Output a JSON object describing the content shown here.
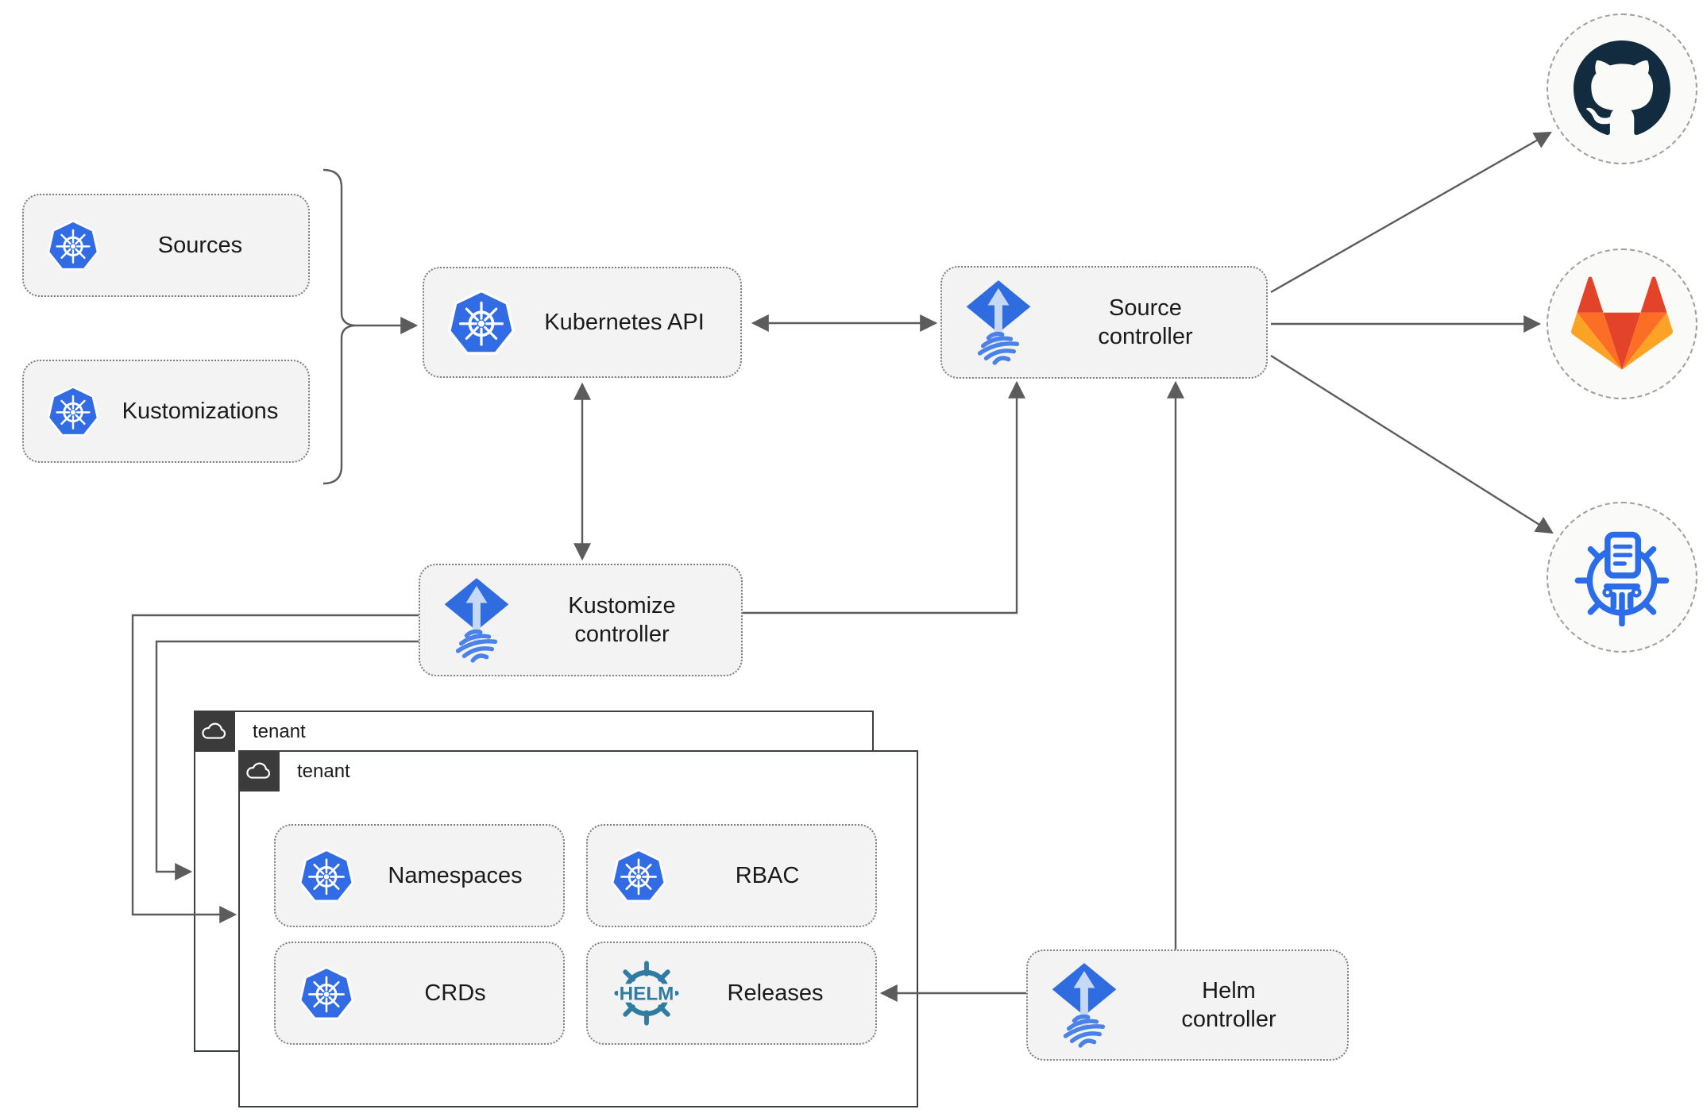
{
  "nodes": {
    "sources": {
      "label": "Sources",
      "icon": "kubernetes-icon"
    },
    "kustomizations": {
      "label": "Kustomizations",
      "icon": "kubernetes-icon"
    },
    "kubernetes_api": {
      "label": "Kubernetes API",
      "icon": "kubernetes-icon"
    },
    "source_controller": {
      "label": "Source controller",
      "icon": "flux-icon"
    },
    "kustomize_controller": {
      "label": "Kustomize controller",
      "icon": "flux-icon"
    },
    "helm_controller": {
      "label": "Helm controller",
      "icon": "flux-icon"
    },
    "namespaces": {
      "label": "Namespaces",
      "icon": "kubernetes-icon"
    },
    "rbac": {
      "label": "RBAC",
      "icon": "kubernetes-icon"
    },
    "crds": {
      "label": "CRDs",
      "icon": "kubernetes-icon"
    },
    "releases": {
      "label": "Releases",
      "icon": "helm-icon"
    }
  },
  "tenants": {
    "back": {
      "label": "tenant",
      "icon": "cloud-icon"
    },
    "front": {
      "label": "tenant",
      "icon": "cloud-icon"
    }
  },
  "endpoints": {
    "github": {
      "icon": "github-icon"
    },
    "gitlab": {
      "icon": "gitlab-icon"
    },
    "chart_repository": {
      "icon": "chart-repository-icon"
    }
  },
  "icon_text": {
    "helm": "HELM"
  },
  "colors": {
    "kubernetes_blue": "#326CE5",
    "flux_blue": "#2F6CE0",
    "flux_arrow_light": "#C7D8F4",
    "flux_wave_blue": "#4A82EA",
    "helm_teal": "#2E7BA4",
    "github_dark": "#132B3F",
    "gitlab_red": "#E24329",
    "gitlab_orange": "#FC6D26",
    "gitlab_yellow": "#FCA326",
    "chart_repo_blue": "#2B6DE8",
    "connector_gray": "#5C5C5C",
    "node_fill": "#F3F3F3",
    "node_border": "#7F7F7F",
    "tenant_border": "#3C4043",
    "tenant_badge_bg": "#3B3B3B",
    "endpoint_fill": "#FAFAF8",
    "text": "#1A1A1A"
  }
}
